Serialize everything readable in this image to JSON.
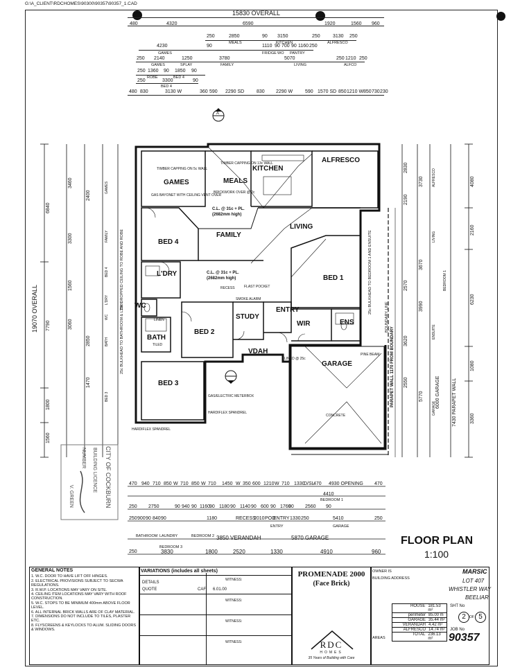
{
  "file_path": "G:\\A_CLIENT\\RDCHOMES\\90300\\90357\\90357_1.CAD",
  "overall_top": "15830 OVERALL",
  "overall_left": "19070 OVERALL",
  "top_dims": {
    "row1": [
      "480",
      "4320",
      "6590",
      "1920",
      "1560",
      "960"
    ],
    "row2": [
      "250",
      "2850",
      "90",
      "3150",
      "250",
      "3130",
      "250"
    ],
    "row2_labels": [
      "MEALS",
      "KITCHEN",
      "ALFRESCO"
    ],
    "row3": [
      "4230",
      "90",
      "1110",
      "90",
      "700",
      "90",
      "1160",
      "250"
    ],
    "row3_labels": [
      "GAMES",
      "FRIDGE",
      "WO",
      "PANTRY"
    ],
    "row4": [
      "250",
      "2140",
      "1250",
      "3780",
      "5070",
      "250",
      "1210",
      "250"
    ],
    "row4_labels": [
      "GAMES",
      "SPLAY",
      "FAMILY",
      "LIVING",
      "ALFCO"
    ],
    "row5": [
      "250",
      "1360",
      "90",
      "1850",
      "90"
    ],
    "row5_labels": [
      "ROBE",
      "BED 4"
    ],
    "row6": [
      "250",
      "3300",
      "90"
    ],
    "row6_labels": [
      "BED 4"
    ],
    "row7": [
      "480",
      "830",
      "3130 W",
      "360",
      "590",
      "2290 SD",
      "830",
      "2290 W",
      "590",
      "1570 SD",
      "850",
      "1210 W",
      "850",
      "730",
      "230"
    ]
  },
  "rooms": {
    "games": "GAMES",
    "meals": "MEALS",
    "kitchen": "KITCHEN",
    "alfresco": "ALFRESCO",
    "family": "FAMILY",
    "living": "LIVING",
    "bed4": "BED 4",
    "ldry": "L'DRY",
    "bed1": "BED 1",
    "wc": "WC",
    "bath": "BATH",
    "bed2": "BED 2",
    "study": "STUDY",
    "entry": "ENTRY",
    "wir": "WIR",
    "ens": "ENS",
    "bed3": "BED 3",
    "vdah": "VDAH",
    "garage": "GARAGE"
  },
  "plan_notes": {
    "timber_capping_1": "TIMBER CAPPING ON 13c WALL",
    "timber_capping_2": "TIMBER CAPPING ON 5c WALL",
    "gas_bayonet": "GAS BAYONET WITH CEILING VENT OVER",
    "brickwork": "BRICKWORK OVER @ 2c",
    "cl_family": "C.L. @ 31c + PL.",
    "cl_family_2": "(2682mm high)",
    "cl_hall": "C.L. @ 31c + PL.",
    "cl_hall_2": "(2682mm high)",
    "recess": "RECESS",
    "flast": "FLAST POCKET",
    "smoke_alarm": "SMOKE ALARM",
    "bulkhead_bed1": "25c BULKHEAD TO BEDROOM 1 AND ENSUITE",
    "bulkhead_robe": "25c DROPPED CEILING TO ROBE AND ROBE",
    "bulkhead_bath": "25c BULKHEAD TO BATHROOM & L'DRY",
    "boundary_line": "BOUNDARY LINE",
    "parapet": "PARAPET WALL 1170 FROM BOUNDARY",
    "gas_meter": "GAS/ELECTRIC METERBOX",
    "hardiflex": "HARDIFLEX SPANDREL",
    "concrete": "CONCRETE",
    "lined": "LINED @ 25c",
    "pine_beam": "PINE BEAM",
    "linen": "LINEN",
    "tiled": "TILED"
  },
  "right_dims": {
    "outer": [
      "4080",
      "2160",
      "6230",
      "1080",
      "3360"
    ],
    "mid": [
      "2830",
      "2190",
      "3730",
      "3670",
      "2570",
      "3620",
      "3990",
      "2550",
      "5770",
      "6000 GARAGE",
      "7430 PARAPET WALL"
    ],
    "labels": [
      "ALFRESCO",
      "LIVING",
      "ENSUITE",
      "BEDROOM 1",
      "GARAGE"
    ]
  },
  "left_dims": {
    "outer": [
      "6840",
      "7790",
      "1800",
      "1560"
    ],
    "mid": [
      "3460",
      "3300",
      "1560",
      "3060",
      "2400",
      "2850",
      "1470"
    ],
    "labels": [
      "GAMES",
      "FAMILY",
      "BED 4",
      "L'DRY",
      "WC",
      "BATH",
      "BED 3"
    ]
  },
  "bottom_dims": {
    "row1": [
      "470",
      "940",
      "710",
      "850",
      "W",
      "710",
      "850",
      "W",
      "710",
      "1450",
      "W",
      "350",
      "600",
      "1210",
      "W",
      "710",
      "1330",
      "D/SL",
      "470",
      "4930 OPENING",
      "470"
    ],
    "row2": [
      "4410",
      "BEDROOM 1"
    ],
    "row3": [
      "250",
      "2750",
      "90",
      "940",
      "90",
      "1160",
      "90",
      "1180",
      "90",
      "1140",
      "90",
      "600",
      "90",
      "1760",
      "90",
      "2560",
      "90"
    ],
    "row4": [
      "250",
      "900",
      "90",
      "840",
      "90",
      "1180",
      "RECESS",
      "2010",
      "POD",
      "ENTRY",
      "1330",
      "250",
      "5410",
      "250"
    ],
    "row5": [
      "BATHROOM",
      "LAUNDRY",
      "BEDROOM 2",
      "ENTRY",
      "GARAGE"
    ],
    "row6": [
      "3850 VERANDAH",
      "5870 GARAGE"
    ],
    "row7": [
      "250",
      "3830",
      "1800",
      "2520",
      "1330",
      "4910",
      "960"
    ],
    "row7_labels": [
      "BEDROOM 3"
    ]
  },
  "floor_plan_title": "FLOOR PLAN",
  "scale": "1:100",
  "stamp": [
    "CITY OF COCKBURN",
    "BUILDING LICENCE",
    "NUMBER",
    "V. GREEN"
  ],
  "general_notes": {
    "title": "GENERAL NOTES",
    "items": [
      "1. W.C. DOOR TO HAVE LIFT OFF HINGES.",
      "2. ELECTRICAL PROVISIONS SUBJECT TO SECWA REGULATIONS.",
      "3. R.W.P. LOCATIONS MAY VARY ON SITE.",
      "4. CEILING ITEM LOCATIONS MAY VARY WITH ROOF CONSTRUCTION.",
      "5. W.C. STOPS TO BE MINIMUM 400mm ABOVE FLOOR LEVEL.",
      "6. ALL INTERNAL BRICK WALLS ARE OF CLAY MATERIAL.",
      "7. DIMENSIONS DO NOT INCLUDE TO TILES, PLASTER ETC.",
      "8. FLYSCREENS & KEYLOCKS TO ALUM. SLIDING DOORS & WINDOWS."
    ]
  },
  "variations": {
    "title": "VARIATIONS (includes all sheets)",
    "rows": [
      "DETAILS",
      "QUOTE",
      "CAF"
    ],
    "date": "6.01.00",
    "witness": [
      "WITNESS:",
      "WITNESS:",
      "WITNESS:",
      "WITNESS:"
    ]
  },
  "design": {
    "name": "PROMENADE 2000",
    "finish": "(Face Brick)",
    "company": "RDC",
    "company_sub": "HOMES",
    "tagline": "35 Years of Building with Care"
  },
  "areas": [
    {
      "label": "HOUSE",
      "value": "181.53 m²"
    },
    {
      "label": "perimeter",
      "value": "85.00 m"
    },
    {
      "label": "GARAGE",
      "value": "35.44 m²"
    },
    {
      "label": "VERANDAH",
      "value": "4.42 m²"
    },
    {
      "label": "ALFRESCO",
      "value": "14.74 m²"
    },
    {
      "label": "TOTAL",
      "value": "236.13 m²"
    }
  ],
  "areas_label": "AREAS",
  "owner_label": "OWNER IS",
  "owner": "MARSIC",
  "address_label": "BUILDING ADDRESS",
  "address": [
    "LOT 407",
    "WHISTLER WAY",
    "BEELIAR"
  ],
  "sheet_label": "SHT No",
  "sheet_num": "2",
  "sheet_of": "OF",
  "sheet_total": "5",
  "job_label": "JOB No",
  "job_num": "90357",
  "section_marker": "A"
}
